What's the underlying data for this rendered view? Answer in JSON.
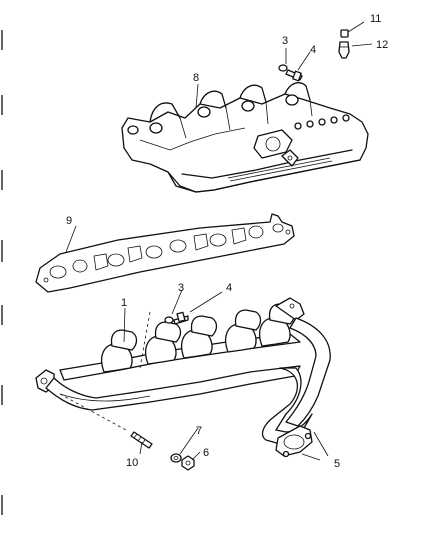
{
  "callouts": {
    "c1": "1",
    "c3a": "3",
    "c3b": "3",
    "c4a": "4",
    "c4b": "4",
    "c5": "5",
    "c6": "6",
    "c7": "7",
    "c8": "8",
    "c9": "9",
    "c10": "10",
    "c11": "11",
    "c12": "12"
  }
}
